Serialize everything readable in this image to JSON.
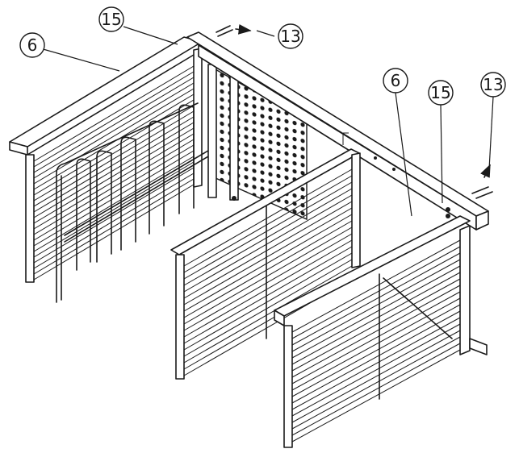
{
  "callouts": [
    {
      "id": "c15a",
      "label": "15"
    },
    {
      "id": "c13a",
      "label": "13"
    },
    {
      "id": "c6a",
      "label": "6"
    },
    {
      "id": "c6b",
      "label": "6"
    },
    {
      "id": "c15b",
      "label": "15"
    },
    {
      "id": "c13b",
      "label": "13"
    }
  ],
  "colors": {
    "line": "#1a1a1a",
    "background": "#ffffff"
  }
}
